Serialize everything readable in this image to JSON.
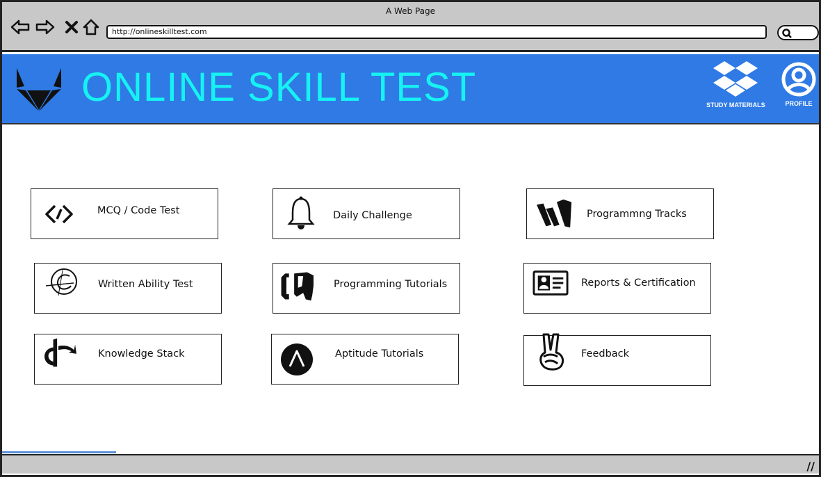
{
  "browser": {
    "title": "A Web Page",
    "url": "http://onlineskilltest.com"
  },
  "header": {
    "site_title": "ONLINE SKILL TEST",
    "study_materials_label": "STUDY MATERIALS",
    "profile_label": "PROFILE",
    "background_color": "#2f7ae5",
    "title_color": "#16f2f2"
  },
  "cards": [
    {
      "label": "MCQ / Code Test",
      "icon": "code-brackets-icon"
    },
    {
      "label": "Daily Challenge",
      "icon": "bell-icon"
    },
    {
      "label": "Programmng Tracks",
      "icon": "tracks-logo-icon"
    },
    {
      "label": "Written Ability Test",
      "icon": "pen-circle-icon"
    },
    {
      "label": "Programming Tutorials",
      "icon": "codepen-brackets-icon"
    },
    {
      "label": "Reports & Certification",
      "icon": "id-card-icon"
    },
    {
      "label": "Knowledge Stack",
      "icon": "openid-icon"
    },
    {
      "label": "Aptitude Tutorials",
      "icon": "ansible-a-icon"
    },
    {
      "label": "Feedback",
      "icon": "peace-hand-icon"
    }
  ]
}
